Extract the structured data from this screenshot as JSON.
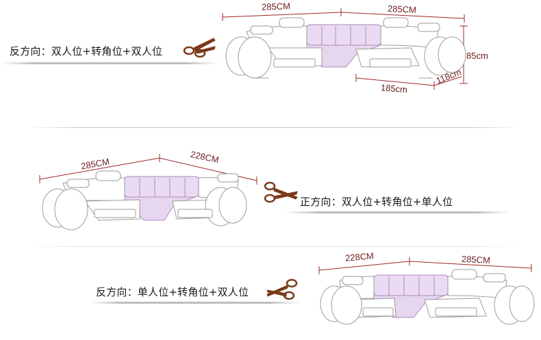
{
  "section1": {
    "caption": "反方向：双人位+转角位+双人位",
    "dims": {
      "top_left": "285CM",
      "top_right": "285CM",
      "height": "85cm",
      "depth": "118cm",
      "bottom": "185cm"
    }
  },
  "section2": {
    "caption": "正方向：双人位+转角位+单人位",
    "dims": {
      "top_left": "285CM",
      "top_right": "228CM"
    }
  },
  "section3": {
    "caption": "反方向：单人位+转角位+双人位",
    "dims": {
      "top_left": "228CM",
      "top_right": "285CM"
    }
  },
  "colors": {
    "line": "#a02424",
    "corner_fill": "#e6d6f0",
    "scissors": "#7a3a1a",
    "outline": "#9a9a9a"
  },
  "icons": [
    "scissors-icon"
  ]
}
